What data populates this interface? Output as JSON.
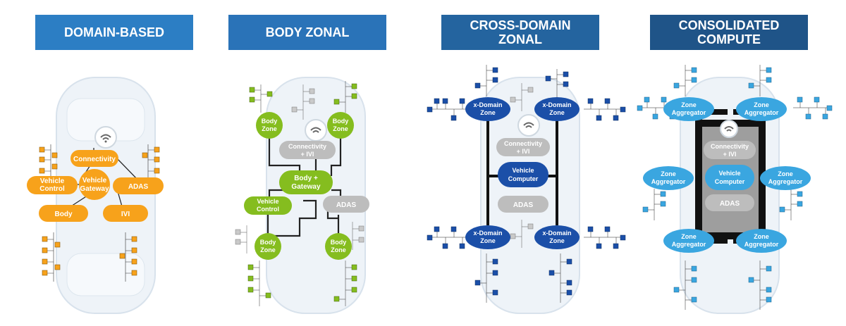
{
  "colors": {
    "domain": "#f7a21b",
    "body": "#85bd1f",
    "cross": "#1b4fa8",
    "consolidated": "#3aa6e0",
    "gray": "#bdbdbd",
    "banner1": "#2c7ec4",
    "banner2": "#2a73b8",
    "banner3": "#24649f",
    "banner4": "#1f5488"
  },
  "panels": [
    {
      "title": "DOMAIN-BASED",
      "nodes": {
        "connectivity": "Connectivity",
        "gateway": "Vehicle\nGateway",
        "vehicle_control": "Vehicle\nControl",
        "adas": "ADAS",
        "body": "Body",
        "ivi": "IVI"
      }
    },
    {
      "title": "BODY ZONAL",
      "nodes": {
        "zone_fl": "Body\nZone",
        "zone_fr": "Body\nZone",
        "connectivity": "Connectivity\n+ IVI",
        "gateway": "Body +\nGateway",
        "vehicle_control": "Vehicle\nControl",
        "adas": "ADAS",
        "zone_rl": "Body\nZone",
        "zone_rr": "Body\nZone"
      }
    },
    {
      "title": "CROSS-DOMAIN\nZONAL",
      "nodes": {
        "zone_fl": "x-Domain\nZone",
        "zone_fr": "x-Domain\nZone",
        "connectivity": "Connectivity\n+ IVI",
        "computer": "Vehicle\nComputer",
        "adas": "ADAS",
        "zone_rl": "x-Domain\nZone",
        "zone_rr": "x-Domain\nZone"
      }
    },
    {
      "title": "CONSOLIDATED\nCOMPUTE",
      "nodes": {
        "zone_fl": "Zone\nAggregator",
        "zone_fr": "Zone\nAggregator",
        "zone_ml": "Zone\nAggregator",
        "zone_mr": "Zone\nAggregator",
        "zone_rl": "Zone\nAggregator",
        "zone_rr": "Zone\nAggregator",
        "connectivity": "Connectivity\n+ IVI",
        "computer": "Vehicle\nComputer",
        "adas": "ADAS"
      }
    }
  ]
}
